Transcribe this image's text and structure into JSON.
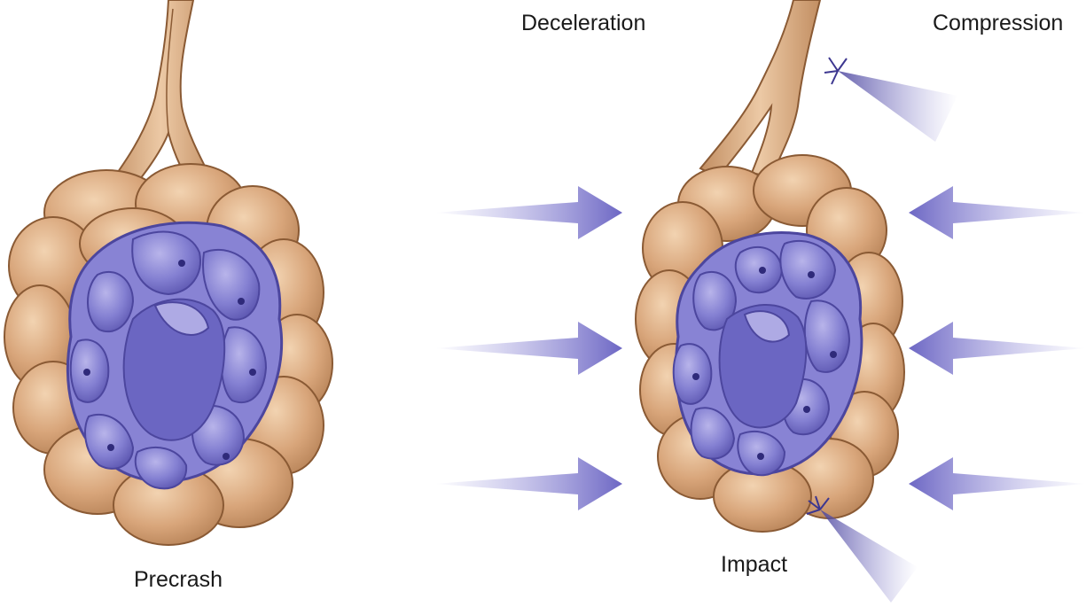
{
  "labels": {
    "deceleration": "Deceleration",
    "compression": "Compression",
    "precrash": "Precrash",
    "impact": "Impact"
  },
  "colors": {
    "tissue_fill": "#d9a67c",
    "tissue_light": "#ecc9a5",
    "tissue_stroke": "#8a5a34",
    "cell_fill": "#7f7ad0",
    "cell_light": "#b3afe6",
    "cell_dark": "#4c469e",
    "arrow": "#7d78cc",
    "text": "#1a1a1a"
  },
  "icons": {
    "force_arrow": "arrow-icon",
    "rupture_spray": "spray-icon"
  }
}
